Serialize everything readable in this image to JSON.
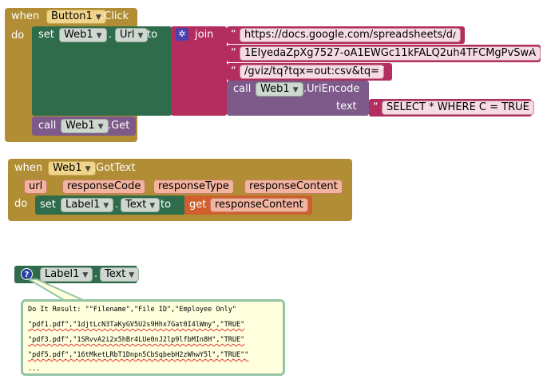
{
  "event_click": {
    "when": "when",
    "component": "Button1",
    "event": ".Click",
    "do": "do"
  },
  "set_url": {
    "set": "set",
    "component": "Web1",
    "dot": ".",
    "property": "Url",
    "to": "to"
  },
  "join": {
    "label": "join",
    "strings": [
      "https://docs.google.com/spreadsheets/d/",
      "1EIyedaZpXg7527-oA1EWGc11kFALQ2uh4TFCMgPvSwA",
      "/gviz/tq?tqx=out:csv&tq="
    ]
  },
  "uri_encode": {
    "call": "call",
    "component": "Web1",
    "method": ".UriEncode",
    "param": "text",
    "value": "SELECT * WHERE C = TRUE"
  },
  "call_get": {
    "call": "call",
    "component": "Web1",
    "method": ".Get"
  },
  "event_gottext": {
    "when": "when",
    "component": "Web1",
    "event": ".GotText",
    "params": [
      "url",
      "responseCode",
      "responseType",
      "responseContent"
    ],
    "do": "do"
  },
  "set_label": {
    "set": "set",
    "component": "Label1",
    "dot": ".",
    "property": "Text",
    "to": "to",
    "get": "get",
    "variable": "responseContent"
  },
  "getter": {
    "help": "?",
    "component": "Label1",
    "dot": ".",
    "property": "Text"
  },
  "result_bubble": {
    "lines": [
      "Do It Result: \"\"Filename\",\"File ID\",\"Employee Only\"",
      "",
      "\"pdf1.pdf\",\"1djtLcN3TaKyGV5U2s9Hhx7Gat0I4lWmy\",\"TRUE\"",
      "",
      "\"pdf3.pdf\",\"1SRvvA2i2x5hBr4LUe0nJ2lp9lfbMIn8H\",\"TRUE\"",
      "",
      "\"pdf5.pdf\",\"16tMketLRbT1Dnpn5CbSqbebH2zWhwY5l\",\"TRUE\"\"",
      "",
      "---"
    ]
  },
  "colors": {
    "event_gold": "#b18e35",
    "component_green": "#2f6c4c",
    "text_magenta": "#b32d5e",
    "method_purple": "#7d5a89",
    "variable_orange": "#d05f2d",
    "bubble_bg": "#ffffdd",
    "bubble_border": "#95c4a5"
  }
}
